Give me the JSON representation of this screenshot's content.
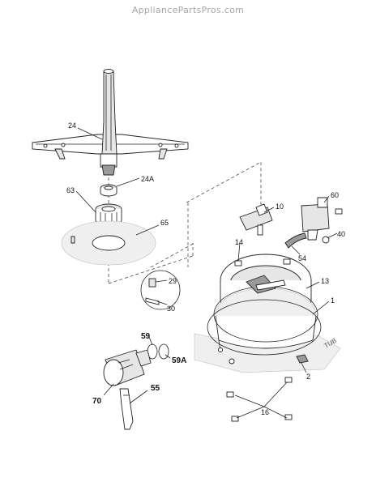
{
  "watermark": "AppliancePartsPros.com",
  "labels": {
    "l24": "24",
    "l24a": "24A",
    "l63": "63",
    "l65": "65",
    "l10": "10",
    "l60": "60",
    "l40": "40",
    "l54": "54",
    "l14": "14",
    "l13": "13",
    "l1": "1",
    "l29": "29",
    "l30": "30",
    "l59": "59",
    "l59a": "59A",
    "l2": "2",
    "l70": "70",
    "l55": "55",
    "l16": "16",
    "tub": "TUB"
  }
}
